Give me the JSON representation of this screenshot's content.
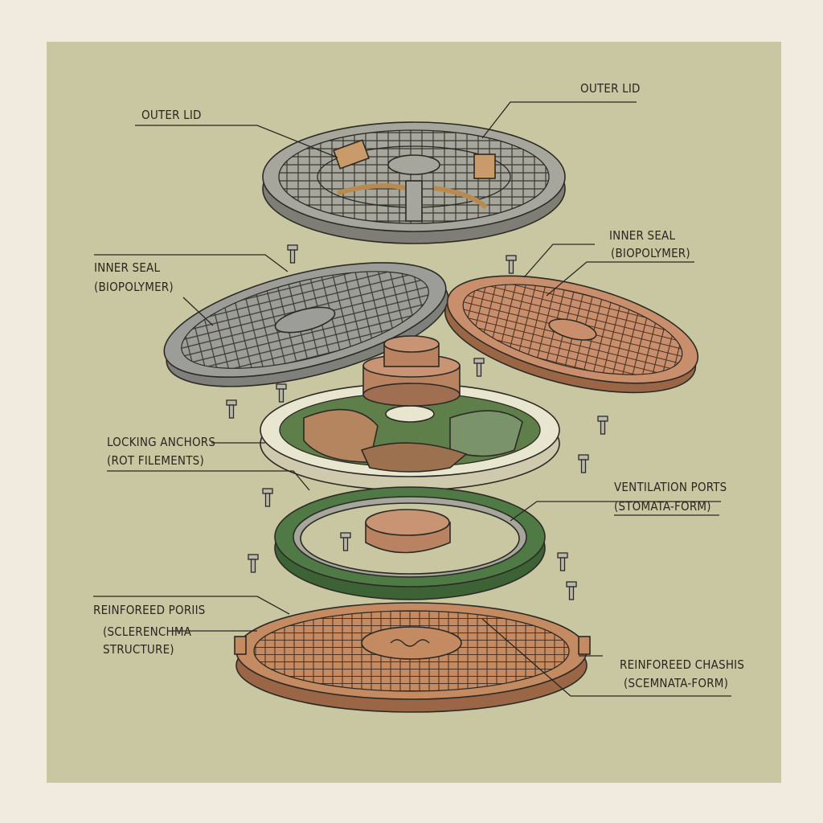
{
  "labels": {
    "outer_lid_left": "OUTER LID",
    "outer_lid_right": "OUTER LID",
    "inner_seal_left_1": "INNER SEAL",
    "inner_seal_left_2": "(BIOPOLYMER)",
    "inner_seal_right_1": "INNER SEAL",
    "inner_seal_right_2": "(BIOPOLYMER)",
    "locking_anchors_1": "LOCKING ANCHORS",
    "locking_anchors_2": "(ROT FILEMENTS)",
    "ventilation_ports_1": "VENTILATION PORTS",
    "ventilation_ports_2": "(STOMATA-FORM)",
    "reinforced_ports_1": "REINFOREED PORIIS",
    "reinforced_ports_2": "(SCLERENCHMA",
    "reinforced_ports_3": "STRUCTURE)",
    "reinforced_chassis_1": "REINFOREED CHASHIS",
    "reinforced_chassis_2": "(SCEMNATA-FORM)"
  },
  "colors": {
    "panel": "#c8c7a2",
    "outer_lid": "#a6a69c",
    "inner_seal_grey": "#9c9d98",
    "inner_seal_copper": "#c98e6c",
    "cream_plate": "#e9e6cf",
    "green_ring": "#4f7a46",
    "chassis": "#c48b62",
    "ink": "#2c2a25"
  }
}
